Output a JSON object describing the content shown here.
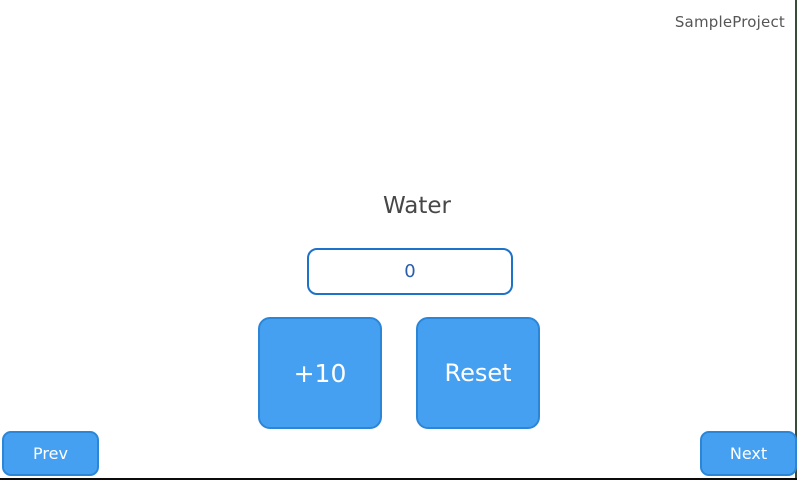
{
  "window": {
    "project_label": "SampleProject"
  },
  "counter": {
    "title": "Water",
    "value": "0",
    "increment_label": "+10",
    "reset_label": "Reset"
  },
  "navigation": {
    "prev_label": "Prev",
    "next_label": "Next"
  },
  "colors": {
    "button_fill": "#46a0f1",
    "button_border": "#2c86d8",
    "input_border": "#1d72c9",
    "input_text": "#2a5dab",
    "title_text": "#474747",
    "project_text": "#565656",
    "window_border_right": "#394b39",
    "window_border_bottom": "#0b0b0b"
  }
}
